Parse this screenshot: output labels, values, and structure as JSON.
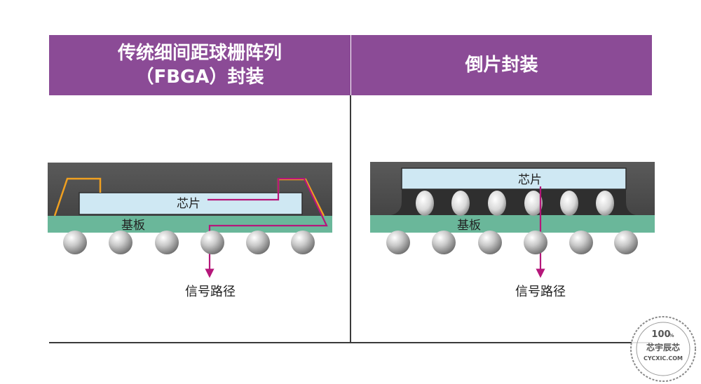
{
  "headers": {
    "left_line1": "传统细间距球栅阵列",
    "left_line2": "（FBGA）封装",
    "right": "倒片封装"
  },
  "labels": {
    "chip": "芯片",
    "substrate": "基板",
    "signal_path": "信号路径"
  },
  "watermark": {
    "percent": "100",
    "percent_sign": "%",
    "name": "芯宇辰芯",
    "site": "CYCXIC.COM"
  },
  "colors": {
    "header_bg": "#8b4b96",
    "signal": "#b5177a",
    "bond_wire": "#f0a020",
    "substrate": "#6ab79a",
    "chip": "#cfe8f3",
    "mold": "#555555"
  }
}
